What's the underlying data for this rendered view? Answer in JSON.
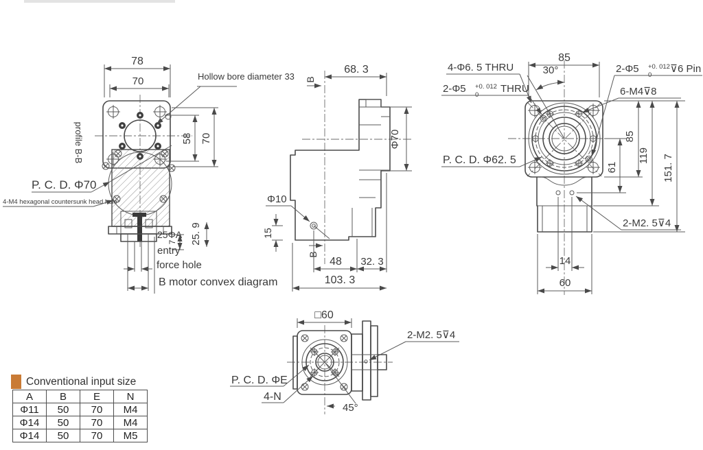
{
  "page": {
    "background": "#ffffff",
    "line_color": "#4a4a4a",
    "text_color": "#3a3a3a"
  },
  "front_view": {
    "dim_78": "78",
    "dim_70_top": "70",
    "dim_58": "58",
    "dim_70_right": "70",
    "hollow_bore_label": "Hollow bore diameter 33",
    "profile_label": "profile  B-B",
    "pcd_label": "P. C. D. Φ70",
    "countersunk_label": "4-M4 hexagonal countersunk head hole",
    "bore_label": "25ΦA",
    "dim_7": "7",
    "dim_25_9": "25. 9",
    "entry_line1": "entry",
    "entry_line2": "force hole",
    "caption": "B motor convex diagram"
  },
  "side_view": {
    "dim_68_3": "68. 3",
    "dim_phi70": "Φ70",
    "dim_phi10": "Φ10",
    "dim_15": "15",
    "dim_48": "48",
    "dim_32_3": "32. 3",
    "dim_103_3": "103. 3",
    "section_marker": "B"
  },
  "output_view": {
    "label_4_phi65": "4-Φ6. 5 THRU",
    "label_2_phi5_prefix": "2-Φ5",
    "tol_sup": "+0. 012",
    "tol_sub": "0",
    "label_thru": "THRU",
    "label_pin_suffix": "⊽6 Pin",
    "label_6_m4": "6-M4⊽8",
    "dim_30": "30°",
    "dim_85_top": "85",
    "dim_85_right": "85",
    "dim_61": "61",
    "dim_119": "119",
    "dim_151_7": "151. 7",
    "pcd_label": "P. C. D. Φ62. 5",
    "label_2_m25": "2-M2. 5⊽4",
    "dim_14": "14",
    "dim_60": "60"
  },
  "bottom_view": {
    "dim_square60": "□60",
    "label_2_m25": "2-M2. 5⊽4",
    "pcd_label": "P. C. D. ΦE",
    "label_4n": "4-N",
    "dim_45": "45°"
  },
  "input_table": {
    "title": "Conventional input size",
    "accent_color": "#c97b35",
    "headers": [
      "A",
      "B",
      "E",
      "N"
    ],
    "rows": [
      [
        "Φ11",
        "50",
        "70",
        "M4"
      ],
      [
        "Φ14",
        "50",
        "70",
        "M4"
      ],
      [
        "Φ14",
        "50",
        "70",
        "M5"
      ]
    ]
  }
}
